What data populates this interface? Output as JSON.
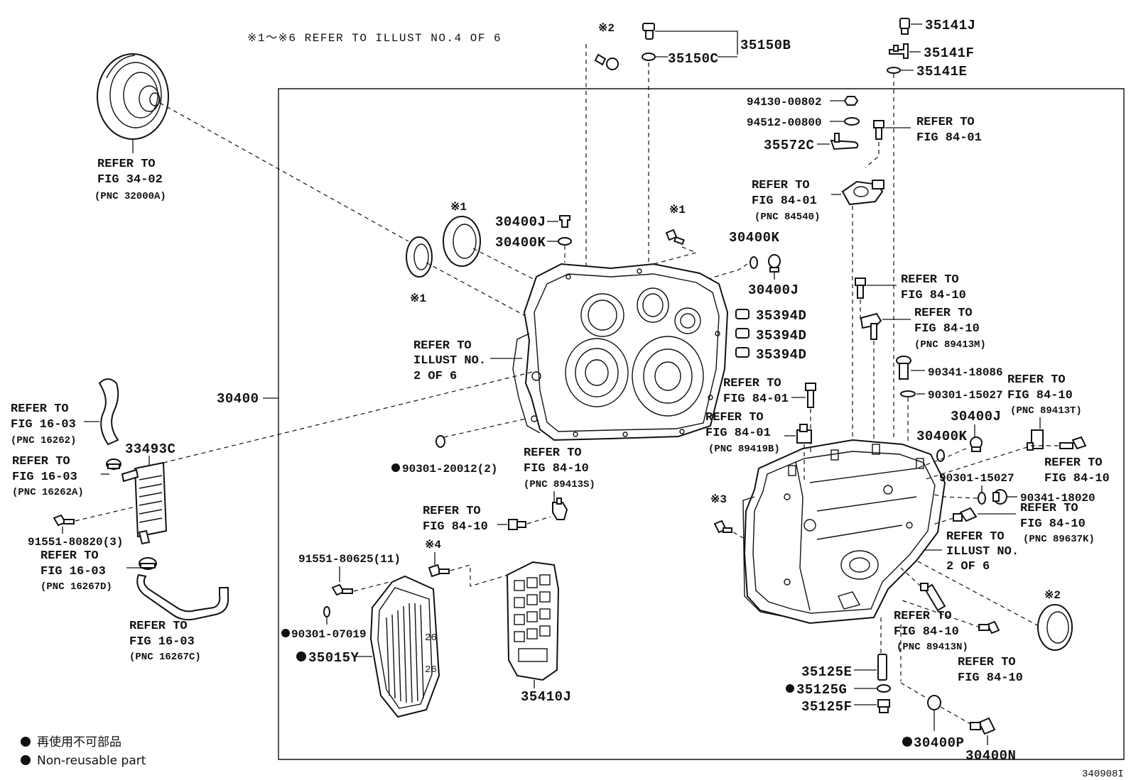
{
  "note_header": "※1～※6 REFER TO ILLUST NO.4 OF 6",
  "figure_id": "340908I",
  "legend": {
    "jp": "再使用不可部品",
    "en": "Non-reusable part"
  },
  "marks": {
    "m1": "※1",
    "m2": "※2",
    "m3": "※3",
    "m4": "※4"
  },
  "parts": {
    "p30400": "30400",
    "p35150B": "35150B",
    "p35150C": "35150C",
    "p35141J": "35141J",
    "p35141F": "35141F",
    "p35141E": "35141E",
    "p94130": "94130-00802",
    "p94512": "94512-00800",
    "p35572C": "35572C",
    "p30400J_a": "30400J",
    "p30400K_a": "30400K",
    "p30400K_b": "30400K",
    "p30400J_b": "30400J",
    "p35394D_a": "35394D",
    "p35394D_b": "35394D",
    "p35394D_c": "35394D",
    "p90341_18086": "90341-18086",
    "p90301_15027_a": "90301-15027",
    "p30400J_c": "30400J",
    "p30400K_c": "30400K",
    "p90301_15027_b": "90301-15027",
    "p90341_18020": "90341-18020",
    "p90301_20012": "90301-20012(2)",
    "p33493C": "33493C",
    "p91551_80820": "91551-80820(3)",
    "p91551_80625": "91551-80625(11)",
    "p90301_07019": "90301-07019",
    "p35015Y": "35015Y",
    "p35410J": "35410J",
    "p35125E": "35125E",
    "p35125G": "35125G",
    "p35125F": "35125F",
    "p30400P": "30400P",
    "p30400N": "30400N"
  },
  "refs": {
    "r_tc": {
      "l1": "REFER TO",
      "l2": "FIG 34-02",
      "pnc": "(PNC 32000A)"
    },
    "r_8401_bolt": {
      "l1": "REFER TO",
      "l2": "FIG 84-01"
    },
    "r_84540": {
      "l1": "REFER TO",
      "l2": "FIG 84-01",
      "pnc": "(PNC 84540)"
    },
    "r_illust_a": {
      "l1": "REFER TO",
      "l2": "ILLUST NO.",
      "l3": "2 OF 6"
    },
    "r_8410_a": {
      "l1": "REFER TO",
      "l2": "FIG 84-10"
    },
    "r_89413M": {
      "l1": "REFER TO",
      "l2": "FIG 84-10",
      "pnc": "(PNC 89413M)"
    },
    "r_89413T": {
      "l1": "REFER TO",
      "l2": "FIG 84-10",
      "pnc": "(PNC 89413T)"
    },
    "r_8401_b": {
      "l1": "REFER TO",
      "l2": "FIG 84-01"
    },
    "r_89419B": {
      "l1": "REFER TO",
      "l2": "FIG 84-01",
      "pnc": "(PNC 89419B)"
    },
    "r_89413S": {
      "l1": "REFER TO",
      "l2": "FIG 84-10",
      "pnc": "(PNC 89413S)"
    },
    "r_8410_b": {
      "l1": "REFER TO",
      "l2": "FIG 84-10"
    },
    "r_8410_c": {
      "l1": "REFER TO",
      "l2": "FIG 84-10"
    },
    "r_89637K": {
      "l1": "REFER TO",
      "l2": "FIG 84-10",
      "pnc": "(PNC 89637K)"
    },
    "r_illust_b": {
      "l1": "REFER TO",
      "l2": "ILLUST NO.",
      "l3": "2 OF 6"
    },
    "r_89413N": {
      "l1": "REFER TO",
      "l2": "FIG 84-10",
      "pnc": "(PNC 89413N)"
    },
    "r_8410_d": {
      "l1": "REFER TO",
      "l2": "FIG 84-10"
    },
    "r_16262": {
      "l1": "REFER TO",
      "l2": "FIG 16-03",
      "pnc": "(PNC 16262)"
    },
    "r_16262A": {
      "l1": "REFER TO",
      "l2": "FIG 16-03",
      "pnc": "(PNC 16262A)"
    },
    "r_16267D": {
      "l1": "REFER TO",
      "l2": "FIG 16-03",
      "pnc": "(PNC 16267D)"
    },
    "r_16267C": {
      "l1": "REFER TO",
      "l2": "FIG 16-03",
      "pnc": "(PNC 16267C)"
    }
  },
  "colors": {
    "ink": "#111111",
    "paper": "#ffffff"
  }
}
